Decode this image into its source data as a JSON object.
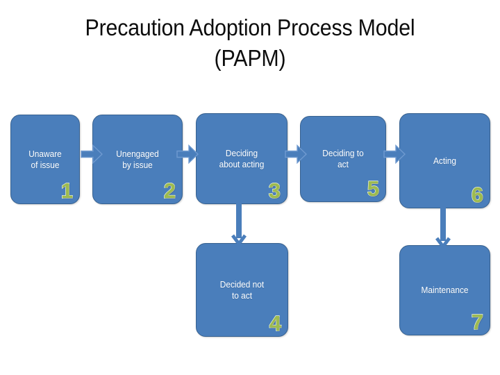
{
  "slide": {
    "title": "Precaution Adoption Process Model\n(PAPM)",
    "background_color": "#ffffff",
    "box_fill_color": "#4a7ebb",
    "box_border_color": "#37618f",
    "box_text_color": "#ffffff",
    "number_color": "#9dbb4f",
    "number_outline_color": "#eef3d6",
    "arrow_fill_color": "#4a7ebb",
    "arrow_outline_color": "#6f9ad0"
  },
  "stages": [
    {
      "number": "1",
      "label": "Unaware\nof issue"
    },
    {
      "number": "2",
      "label": "Unengaged\nby issue"
    },
    {
      "number": "3",
      "label": "Deciding\nabout acting"
    },
    {
      "number": "4",
      "label": "Decided not\nto act"
    },
    {
      "number": "5",
      "label": "Deciding to\nact"
    },
    {
      "number": "6",
      "label": "Acting"
    },
    {
      "number": "7",
      "label": "Maintenance"
    }
  ],
  "connectors": [
    {
      "name": "arrow-stage1-to-stage2",
      "type": "block-arrow",
      "direction": "right",
      "from": "1",
      "to": "2"
    },
    {
      "name": "arrow-stage2-to-stage3",
      "type": "block-arrow",
      "direction": "right",
      "from": "2",
      "to": "3"
    },
    {
      "name": "arrow-stage3-to-stage5",
      "type": "block-arrow",
      "direction": "right",
      "from": "3",
      "to": "5"
    },
    {
      "name": "arrow-stage5-to-stage6",
      "type": "block-arrow",
      "direction": "right",
      "from": "5",
      "to": "6"
    },
    {
      "name": "arrow-stage3-to-stage4",
      "type": "line-arrow",
      "direction": "down",
      "from": "3",
      "to": "4"
    },
    {
      "name": "arrow-stage6-to-stage7",
      "type": "line-arrow",
      "direction": "down",
      "from": "6",
      "to": "7"
    }
  ]
}
